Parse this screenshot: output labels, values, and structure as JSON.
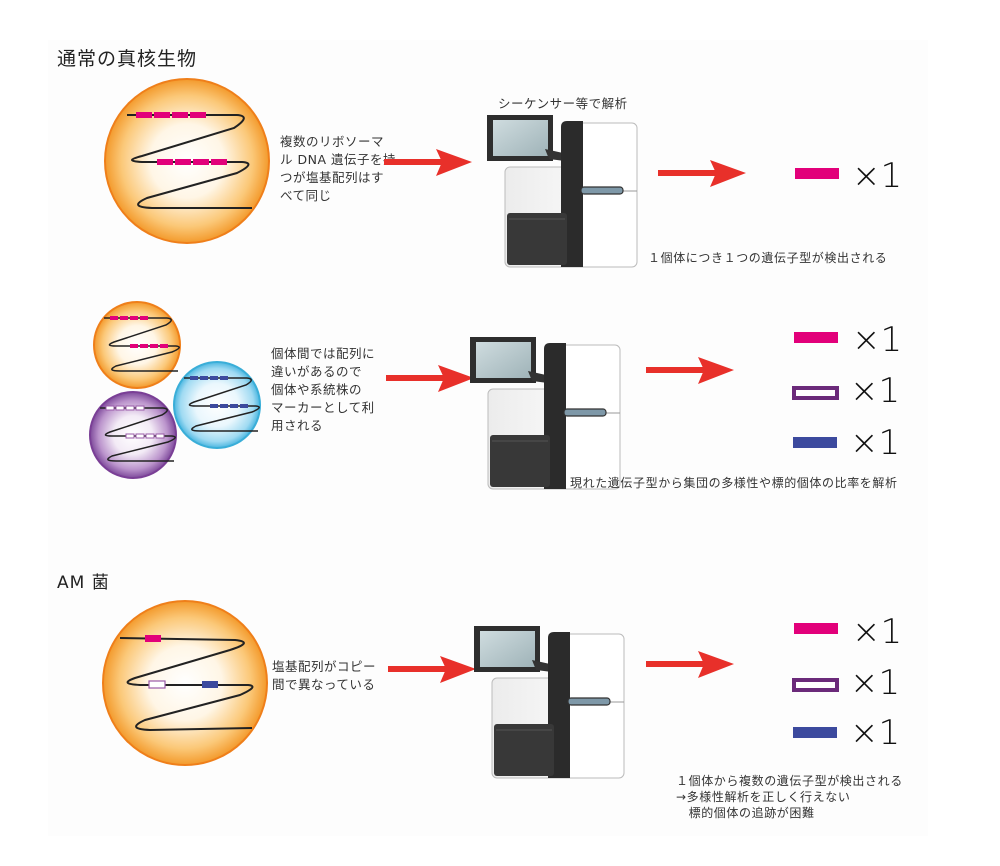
{
  "colors": {
    "arrow": "#e8302a",
    "pink_genotype": "#e2007a",
    "purple_genotype": "#6b2a7a",
    "blue_genotype": "#3c4a9e",
    "orange_cell_edge": "#f08a1c",
    "blue_cell_edge": "#3aaed8",
    "purple_cell_edge": "#7a3f96"
  },
  "sections": [
    {
      "title": "通常の真核生物",
      "description": "複数のリボソーマ\nル DNA 遺伝子を持\nつが塩基配列はす\nべて同じ",
      "sequencer_label": "シーケンサー等で解析",
      "results": [
        {
          "genotype": "pink-solid",
          "count_symbol": "×",
          "count": "1"
        }
      ],
      "note": "１個体につき１つの遺伝子型が検出される"
    },
    {
      "title": "",
      "description": "個体間では配列に\n違いがあるので\n個体や系統株の\nマーカーとして利\n用される",
      "results": [
        {
          "genotype": "pink-solid",
          "count_symbol": "×",
          "count": "1"
        },
        {
          "genotype": "purple-hollow",
          "count_symbol": "×",
          "count": "1"
        },
        {
          "genotype": "blue-solid",
          "count_symbol": "×",
          "count": "1"
        }
      ],
      "note": "現れた遺伝子型から集団の多様性や標的個体の比率を解析"
    },
    {
      "title": "AM 菌",
      "description": "塩基配列がコピー\n間で異なっている",
      "results": [
        {
          "genotype": "pink-solid",
          "count_symbol": "×",
          "count": "1"
        },
        {
          "genotype": "purple-hollow",
          "count_symbol": "×",
          "count": "1"
        },
        {
          "genotype": "blue-solid",
          "count_symbol": "×",
          "count": "1"
        }
      ],
      "note": "１個体から複数の遺伝子型が検出される\n→多様性解析を正しく行えない\n　標的個体の追跡が困難"
    }
  ]
}
